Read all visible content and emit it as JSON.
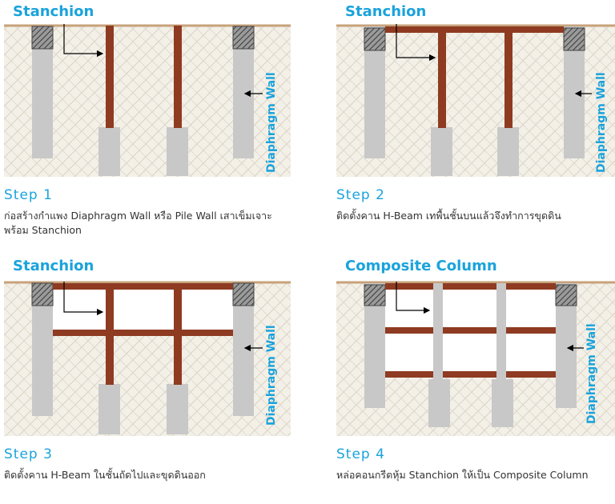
{
  "colors": {
    "accent": "#1aa3dc",
    "steel": "#8e3b22",
    "concrete": "#c8c8c8",
    "soil": "#f3f0e8",
    "ground": "#c7a27a"
  },
  "panels": [
    {
      "title": "Stanchion",
      "wall_label": "Diaphragm Wall",
      "step": "Step 1",
      "desc": "ก่อสร้างกำแพง Diaphragm Wall หรือ Pile Wall เสาเข็มเจาะพร้อม Stanchion"
    },
    {
      "title": "Stanchion",
      "wall_label": "Diaphragm Wall",
      "step": "Step 2",
      "desc": "ติดตั้งคาน H-Beam เทพื้นชั้นบนแล้วจึงทำการขุดดิน"
    },
    {
      "title": "Stanchion",
      "wall_label": "Diaphragm Wall",
      "step": "Step 3",
      "desc": "ติดตั้งคาน H-Beam ในชั้นถัดไปและขุดดินออก"
    },
    {
      "title": "Composite Column",
      "wall_label": "Diaphragm Wall",
      "step": "Step 4",
      "desc": "หล่อคอนกรีตหุ้ม Stanchion ให้เป็น Composite Column"
    }
  ]
}
